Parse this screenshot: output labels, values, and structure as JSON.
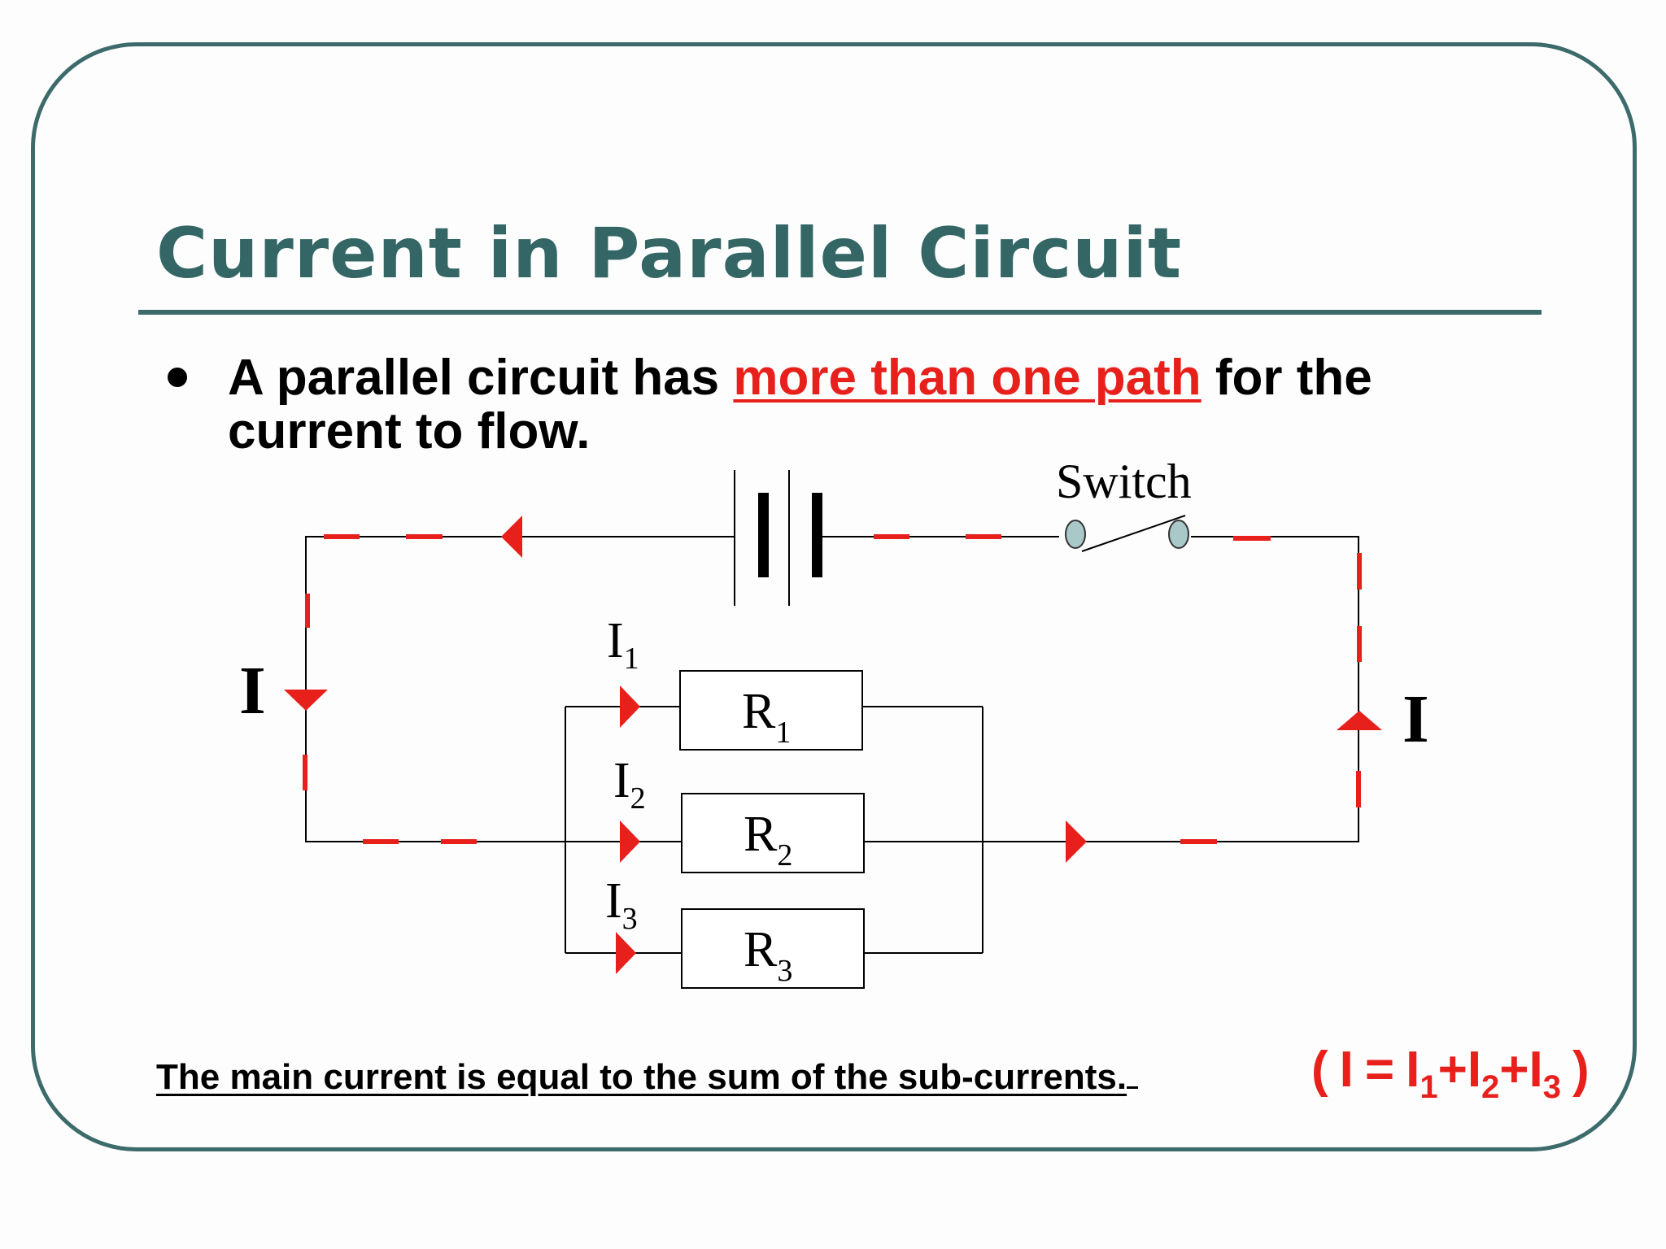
{
  "slide": {
    "title": "Current in Parallel Circuit",
    "bullet": {
      "text_before": "A parallel circuit has ",
      "highlight": "more than one path",
      "text_after": " for the current to flow."
    },
    "conclusion": "The main current is equal to the sum of the sub-currents.",
    "formula": {
      "open": "(",
      "lhs": "I",
      "equals": "=",
      "terms": [
        {
          "symbol": "I",
          "sub": "1"
        },
        {
          "plus": "+",
          "symbol": "I",
          "sub": "2"
        },
        {
          "plus": "+",
          "symbol": "I",
          "sub": "3"
        }
      ],
      "close": ")"
    }
  },
  "circuit": {
    "switch_label": "Switch",
    "main_current_label": "I",
    "branches": [
      {
        "current": "I",
        "current_sub": "1",
        "resistor": "R",
        "resistor_sub": "1"
      },
      {
        "current": "I",
        "current_sub": "2",
        "resistor": "R",
        "resistor_sub": "2"
      },
      {
        "current": "I",
        "current_sub": "3",
        "resistor": "R",
        "resistor_sub": "3"
      }
    ]
  },
  "colors": {
    "frame": "#3d6b6b",
    "title": "#346666",
    "accent": "#e8201c",
    "wire": "#000000",
    "switch_terminal": "#a9c9c9"
  }
}
